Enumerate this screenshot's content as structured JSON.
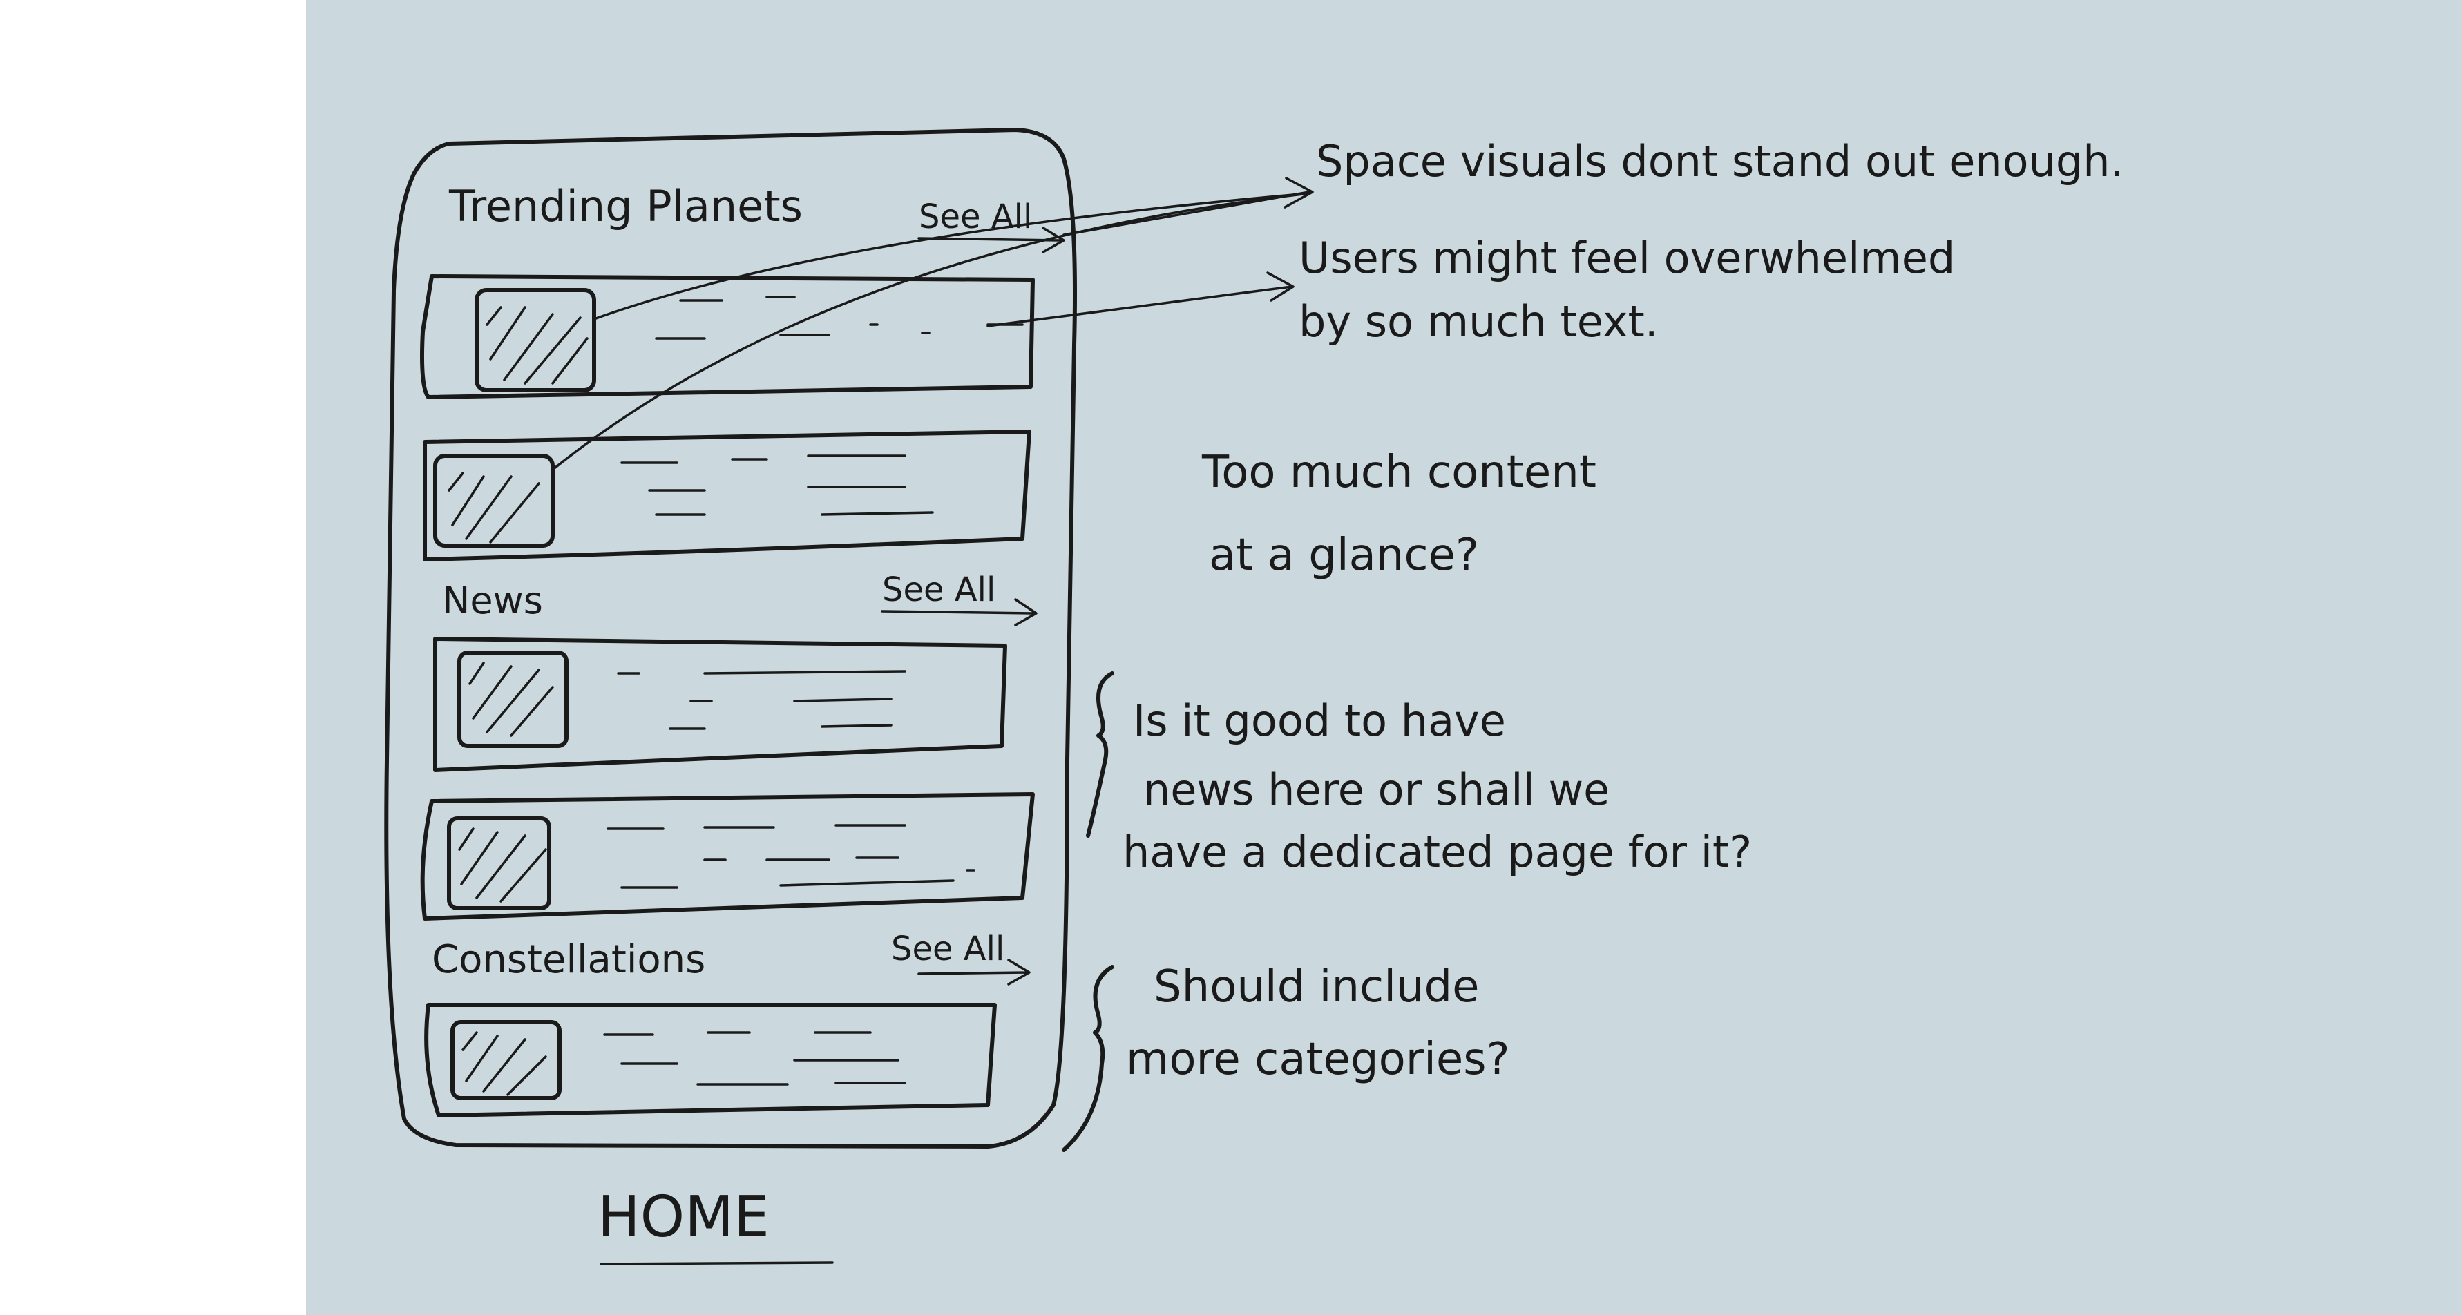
{
  "colors": {
    "background": "#cbd9de",
    "ink": "#1a1a1a",
    "margin": "#ffffff"
  },
  "phone": {
    "sections": [
      {
        "title": "Trending Planets",
        "see_all": "See All",
        "cards": 2
      },
      {
        "title": "News",
        "see_all": "See All",
        "cards": 2
      },
      {
        "title": "Constellations",
        "see_all": "See All",
        "cards": 1
      }
    ],
    "caption": "HOME"
  },
  "notes": {
    "space_visuals": "Space visuals dont stand out enough.",
    "overwhelmed_line1": "Users might feel overwhelmed",
    "overwhelmed_line2": "by so much text.",
    "too_much_line1": "Too much content",
    "too_much_line2": "at a glance?",
    "news_line1": "Is it good to have",
    "news_line2": "news here or shall we",
    "news_line3": "have a dedicated page for it?",
    "categories_line1": "Should include",
    "categories_line2": "more categories?"
  }
}
